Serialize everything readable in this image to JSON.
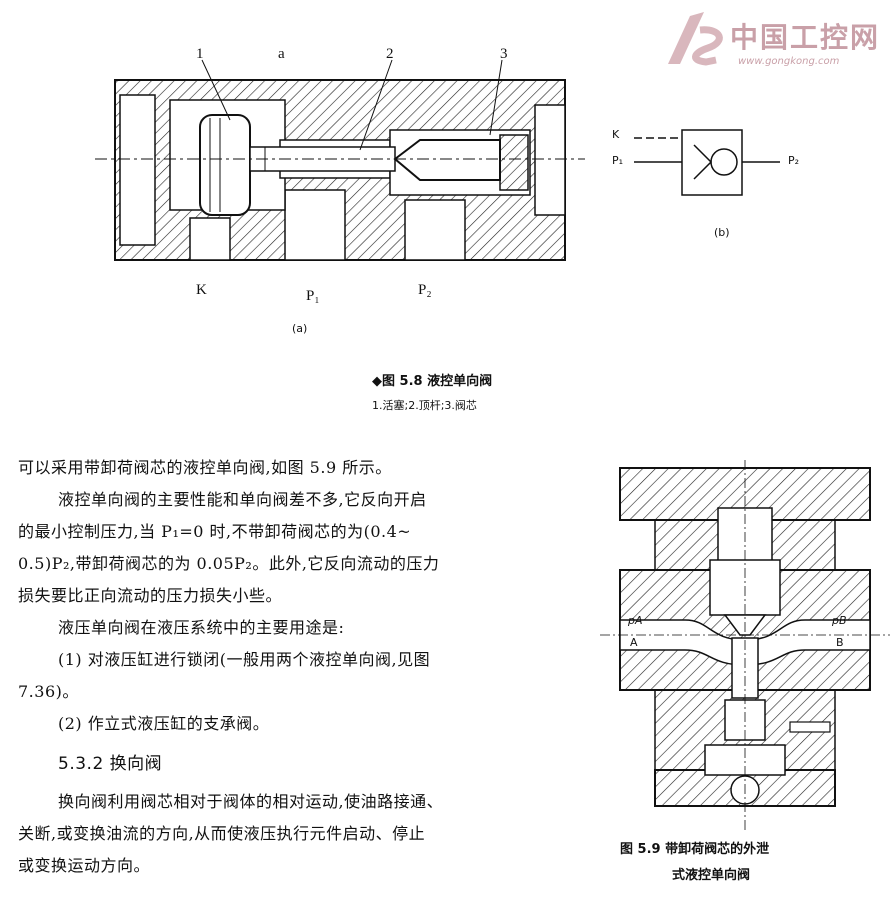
{
  "watermark": {
    "brand_cn": "中国工控网",
    "url": "www.gongkong.com"
  },
  "fig58": {
    "callouts": [
      "1",
      "a",
      "2",
      "3"
    ],
    "ports": [
      "K",
      "P₁",
      "P₂"
    ],
    "sub_a": "(a)",
    "sub_b": "(b)",
    "symbol_labels": [
      "K",
      "P₁",
      "P₂"
    ],
    "caption": "◆图 5.8  液控单向阀",
    "legend": "1.活塞;2.顶杆;3.阀芯"
  },
  "fig59": {
    "labels": [
      "pA",
      "A",
      "pB",
      "B"
    ],
    "caption_line1": "图 5.9  带卸荷阀芯的外泄",
    "caption_line2": "式液控单向阀"
  },
  "text": {
    "p1": "可以采用带卸荷阀芯的液控单向阀,如图 5.9 所示。",
    "p2_l1": "液控单向阀的主要性能和单向阀差不多,它反向开启",
    "p2_l2": "的最小控制压力,当 P₁=0 时,不带卸荷阀芯的为(0.4~",
    "p2_l3": "0.5)P₂,带卸荷阀芯的为 0.05P₂。此外,它反向流动的压力",
    "p2_l4": "损失要比正向流动的压力损失小些。",
    "p3": "液压单向阀在液压系统中的主要用途是:",
    "p4_l1": "(1) 对液压缸进行锁闭(一般用两个液控单向阀,见图",
    "p4_l2": "7.36)。",
    "p5": "(2) 作立式液压缸的支承阀。",
    "heading": "5.3.2   换向阀",
    "p6_l1": "换向阀利用阀芯相对于阀体的相对运动,使油路接通、",
    "p6_l2": "关断,或变换油流的方向,从而使液压执行元件启动、停止",
    "p6_l3": "或变换运动方向。"
  }
}
